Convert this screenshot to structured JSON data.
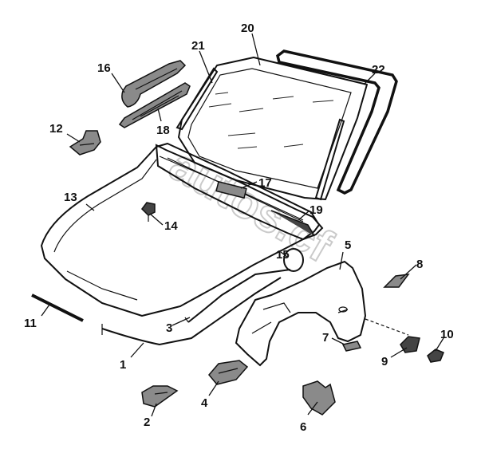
{
  "diagram": {
    "callouts": [
      {
        "id": "1",
        "label": "1",
        "part": "hood-release-cable"
      },
      {
        "id": "2",
        "label": "2",
        "part": "hood-latch"
      },
      {
        "id": "3",
        "label": "3",
        "part": "hood-prop-rod"
      },
      {
        "id": "4",
        "label": "4",
        "part": "fender-bracket"
      },
      {
        "id": "5",
        "label": "5",
        "part": "front-fender"
      },
      {
        "id": "6",
        "label": "6",
        "part": "mud-flap"
      },
      {
        "id": "7",
        "label": "7",
        "part": "fender-clip"
      },
      {
        "id": "8",
        "label": "8",
        "part": "side-marker-lamp"
      },
      {
        "id": "9",
        "label": "9",
        "part": "fuel-door-cap"
      },
      {
        "id": "10",
        "label": "10",
        "part": "cap-clip"
      },
      {
        "id": "11",
        "label": "11",
        "part": "hood-front-seal"
      },
      {
        "id": "12",
        "label": "12",
        "part": "hood-hinge"
      },
      {
        "id": "13",
        "label": "13",
        "part": "hood-panel"
      },
      {
        "id": "14",
        "label": "14",
        "part": "hood-bumper-stop"
      },
      {
        "id": "15",
        "label": "15",
        "part": "release-cable-loop"
      },
      {
        "id": "16",
        "label": "16",
        "part": "cowl-seal"
      },
      {
        "id": "17",
        "label": "17",
        "part": "cowl-clip"
      },
      {
        "id": "18",
        "label": "18",
        "part": "cowl-side-cover"
      },
      {
        "id": "19",
        "label": "19",
        "part": "cowl-panel"
      },
      {
        "id": "20",
        "label": "20",
        "part": "windshield-glass"
      },
      {
        "id": "21",
        "label": "21",
        "part": "windshield-molding"
      },
      {
        "id": "22",
        "label": "22",
        "part": "windshield-weatherstrip"
      }
    ],
    "watermark": "autos.cf",
    "colors": {
      "line": "#111111",
      "background": "#ffffff",
      "watermark": "#bdbdbd"
    }
  }
}
